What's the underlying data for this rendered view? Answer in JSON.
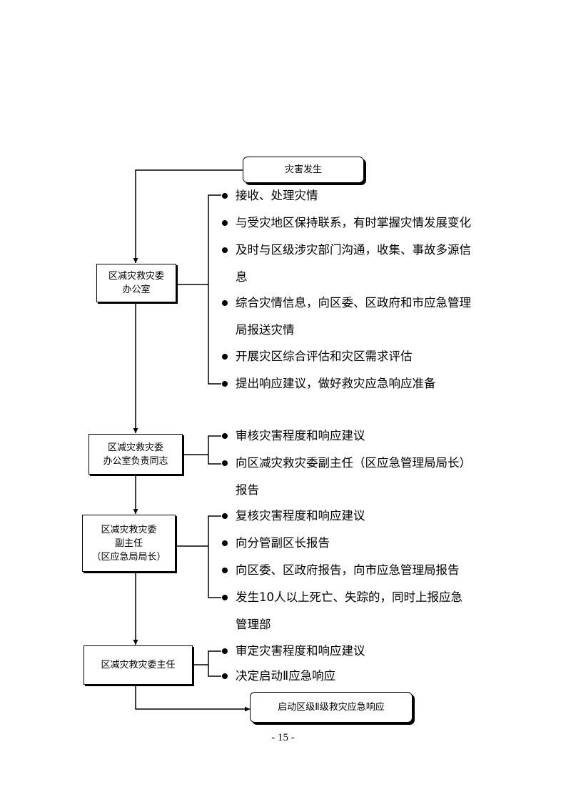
{
  "start_label": "灾害发生",
  "end_label": "启动区级Ⅱ级救灾应急响应",
  "steps": [
    {
      "lines": [
        "区减灾救灾委",
        "办公室"
      ],
      "items": [
        [
          "接收、处理灾情"
        ],
        [
          "与受灾地区保持联系，有时掌握灾情发展变化"
        ],
        [
          "及时与区级涉灾部门沟通，收集、事故多源信",
          "息"
        ],
        [
          "综合灾情信息，向区委、区政府和市应急管理",
          "局报送灾情"
        ],
        [
          "开展灾区综合评估和灾区需求评估"
        ],
        [
          "提出响应建议，做好救灾应急响应准备"
        ]
      ]
    },
    {
      "lines": [
        "区减灾救灾委",
        "办公室负责同志"
      ],
      "items": [
        [
          "审核灾害程度和响应建议"
        ],
        [
          "向区减灾救灾委副主任（区应急管理局局长）",
          "报告"
        ]
      ]
    },
    {
      "lines": [
        "区减灾救灾委",
        "副主任",
        "（区应急局局长）"
      ],
      "items": [
        [
          "复核灾害程度和响应建议"
        ],
        [
          "向分管副区长报告"
        ],
        [
          "向区委、区政府报告，向市应急管理局报告"
        ],
        [
          "发生10人以上死亡、失踪的，同时上报应急",
          "管理部"
        ]
      ]
    },
    {
      "lines": [
        "区减灾救灾委主任"
      ],
      "items": [
        [
          "审定灾害程度和响应建议"
        ],
        [
          "决定启动Ⅱ应急响应"
        ]
      ]
    }
  ],
  "page_number": "- 15 -"
}
